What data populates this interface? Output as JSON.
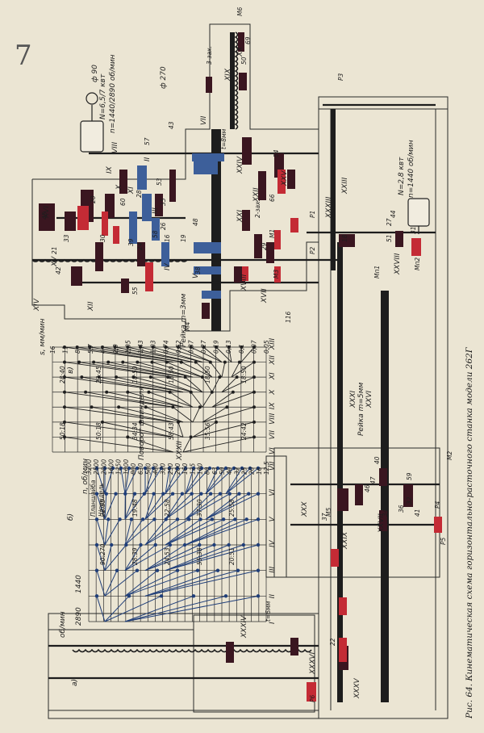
{
  "caption": "Рис. 64. Кинематическая схема горизонтально-расточного станка модели 262Г",
  "page_mark": "7",
  "part_labels": {
    "a": "а)",
    "b": "б)",
    "v": "в)"
  },
  "motors": {
    "main": {
      "power": "N=6,5/7 квт",
      "speed": "n=1440/2890 об/мин"
    },
    "feed": {
      "power": "N=2,8 квт",
      "speed": "n=1440 об/мин"
    }
  },
  "spindle_labels": {
    "phi90": "ф 90",
    "phi270": "ф 270"
  },
  "rack_labels": {
    "rack5": "Рейка m=5мм",
    "rack3": "Рейка m=3мм"
  },
  "speed_chart": {
    "title": "n, об/мин",
    "side_unit": "об/мин",
    "motor_speeds": [
      "2890",
      "1440"
    ],
    "values": [
      "3200",
      "2500",
      "2000",
      "1600",
      "1250",
      "1000",
      "800",
      "630",
      "500",
      "400",
      "320",
      "250",
      "200",
      "160",
      "125",
      "100",
      "80",
      "63",
      "50",
      "40",
      "32",
      "25",
      "20",
      "16",
      "12,5"
    ],
    "shaft_labels": [
      "I",
      "II",
      "III",
      "IV",
      "V",
      "VI",
      "VII"
    ],
    "ratios": [
      "90:270",
      "28:39",
      "24:53",
      "55:38",
      "20:51",
      "22:55",
      "19:48",
      "22:58",
      "37:30",
      "25:58"
    ],
    "header": [
      "Планшайба",
      "Шпиндель"
    ]
  },
  "feed_chart": {
    "title": "s, мм/мин",
    "values": [
      "16",
      "11",
      "8",
      "5,7",
      "4",
      "2,9",
      "2,05",
      "1,43",
      "1,03",
      "0,74",
      "0,52",
      "0,37",
      "0,27",
      "0,19",
      "0,13",
      "0,1",
      "0,07",
      "0,05"
    ],
    "shaft_labels": [
      "VI",
      "VII",
      "VIII",
      "IX",
      "X",
      "XI",
      "XII",
      "XIII"
    ],
    "ratios": [
      "50:18",
      "50:18",
      "34:34",
      "58:43",
      "35:56",
      "24:42",
      "28:40",
      "23:45",
      "18:50",
      "18:50",
      "18:50",
      "18:50"
    ],
    "reverse_label": "Поворот шпинделя"
  },
  "shaft_roman": [
    "XIV",
    "XV",
    "XVI",
    "XII",
    "IX",
    "X",
    "XI",
    "VIII",
    "VII",
    "III",
    "IV",
    "V",
    "II",
    "XVII",
    "XVIII",
    "XIX",
    "XX",
    "XXI",
    "XXII",
    "XXIII",
    "XXIV",
    "XXV",
    "XXVI",
    "XXVII",
    "XXVIII",
    "XXIX",
    "XXX",
    "XXXI",
    "XXXII",
    "XXXIII",
    "XXXIV",
    "XXXV",
    "XXXVI"
  ],
  "gear_numbers": [
    "45",
    "42",
    "21",
    "20",
    "58",
    "26",
    "30",
    "33",
    "57",
    "69",
    "35",
    "50",
    "43",
    "48",
    "38",
    "60",
    "53",
    "28",
    "39",
    "24",
    "18",
    "51",
    "44",
    "22",
    "36",
    "47",
    "40",
    "34",
    "29",
    "16",
    "19",
    "116",
    "31",
    "11",
    "27",
    "37",
    "46",
    "59",
    "55",
    "41",
    "32",
    "54",
    "66"
  ],
  "misc_labels": [
    "t=8мм",
    "t=6мм",
    "3-зах.",
    "2-зах.",
    "P1",
    "P2",
    "P3",
    "P4",
    "P5",
    "P6",
    "M1",
    "M2",
    "M3",
    "M4",
    "M5",
    "M6",
    "Mп1",
    "Mп2"
  ]
}
